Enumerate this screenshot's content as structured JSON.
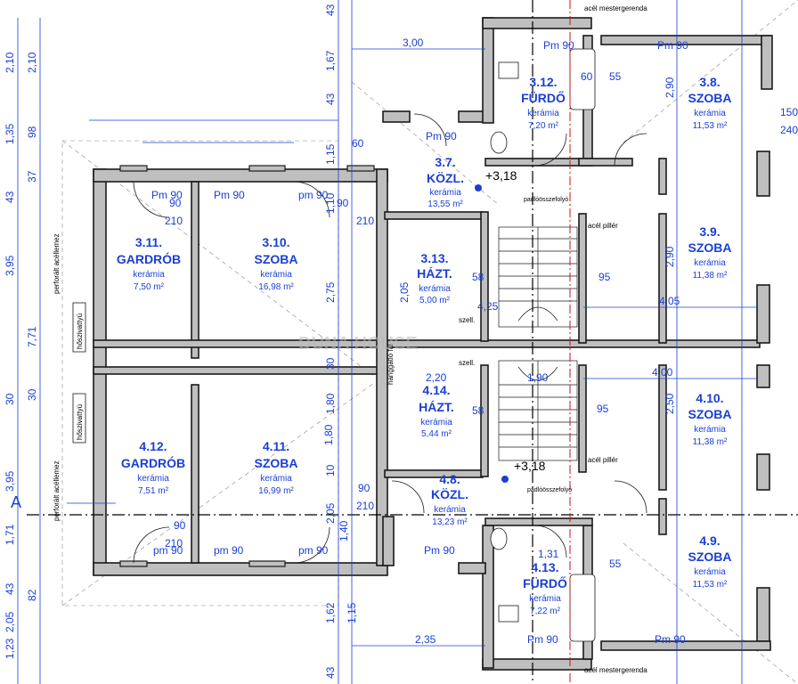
{
  "rooms": [
    {
      "id": "3.11",
      "number": "3.11.",
      "name": "GARDRÓB",
      "finish": "kerámia",
      "area": "7,50 m²"
    },
    {
      "id": "3.10",
      "number": "3.10.",
      "name": "SZOBA",
      "finish": "kerámia",
      "area": "16,98 m²"
    },
    {
      "id": "3.7",
      "number": "3.7.",
      "name": "KÖZL.",
      "finish": "kerámia",
      "area": "13,55 m²"
    },
    {
      "id": "3.12",
      "number": "3.12.",
      "name": "FÜRDŐ",
      "finish": "kerámia",
      "area": "7,20 m²"
    },
    {
      "id": "3.8",
      "number": "3.8.",
      "name": "SZOBA",
      "finish": "kerámia",
      "area": "11,53 m²"
    },
    {
      "id": "3.13",
      "number": "3.13.",
      "name": "HÁZT.",
      "finish": "kerámia",
      "area": "5,00 m²"
    },
    {
      "id": "3.9",
      "number": "3.9.",
      "name": "SZOBA",
      "finish": "kerámia",
      "area": "11,38 m²"
    },
    {
      "id": "4.12",
      "number": "4.12.",
      "name": "GARDRÓB",
      "finish": "kerámia",
      "area": "7,51 m²"
    },
    {
      "id": "4.11",
      "number": "4.11.",
      "name": "SZOBA",
      "finish": "kerámia",
      "area": "16,99 m²"
    },
    {
      "id": "4.14",
      "number": "4.14.",
      "name": "HÁZT.",
      "finish": "kerámia",
      "area": "5,44 m²"
    },
    {
      "id": "4.10",
      "number": "4.10.",
      "name": "SZOBA",
      "finish": "kerámia",
      "area": "11,38 m²"
    },
    {
      "id": "4.8",
      "number": "4.8.",
      "name": "KÖZL.",
      "finish": "kerámia",
      "area": "13,23 m²"
    },
    {
      "id": "4.13",
      "number": "4.13.",
      "name": "FÜRDŐ",
      "finish": "kerámia",
      "area": "7,22 m²"
    },
    {
      "id": "4.9",
      "number": "4.9.",
      "name": "SZOBA",
      "finish": "kerámia",
      "area": "11,53 m²"
    }
  ],
  "levels": {
    "upper": "+3,18",
    "lower": "+3,18"
  },
  "notes": {
    "beam_top": "acél mestergerenda",
    "beam_bottom": "acél mestergerenda",
    "pillar_top": "acél pillér",
    "pillar_bottom": "acél pillér",
    "floor_drain_top": "padlóösszefolyó",
    "floor_drain_bottom": "padlóösszefolyó",
    "perforated_top": "perforált acéllemez",
    "perforated_bottom": "perforált acéllemez",
    "heat_exchanger_top": "hőszivattyú",
    "heat_exchanger_bottom": "hőszivattyú",
    "sound_wall": "hanggátló fal",
    "vent_top": "szell.",
    "vent_bottom": "szell.",
    "axis_label": "A"
  },
  "watermark": "DUNA HOUSE",
  "dims_left": [
    "2,10",
    "1,35",
    "43",
    "3,95",
    "7,71",
    "30",
    "3,95",
    "1,71",
    "43",
    "2,05",
    "1,23"
  ],
  "dims_left2": [
    "2,10",
    "98",
    "37",
    "30",
    "82"
  ],
  "dims_center_col": [
    "43",
    "1,67",
    "43",
    "1,15",
    "1,10",
    "2,75",
    "30",
    "1,80",
    "10",
    "2,05",
    "1,40",
    "1,15",
    "1,62",
    "43"
  ],
  "dims_misc": {
    "d300": "3,00",
    "d235": "2,35",
    "d220": "2,20",
    "d405": "4,05",
    "d400": "4,00",
    "d290a": "2,90",
    "d290b": "2,90",
    "d250": "2,50",
    "d131": "1,31",
    "d425": "4,25",
    "d190": "1,90",
    "d205": "2,05",
    "d180": "1,80",
    "d275": "2,75",
    "d58a": "58",
    "d58b": "58",
    "d95a": "95",
    "d95b": "95",
    "d60a": "60",
    "d60b": "60",
    "d55a": "55",
    "d55b": "55",
    "d150": "150",
    "d240": "240"
  },
  "door_labels": [
    "Pm 90",
    "Pm 90",
    "Pm 90",
    "pm 90",
    "Pm 90",
    "Pm 90",
    "Pm 90",
    "pm 90",
    "pm 90",
    "pm 90",
    "Pm 90",
    "Pm 90"
  ],
  "door_widths": [
    "90",
    "210",
    "90",
    "210",
    "90",
    "210",
    "90",
    "210"
  ]
}
